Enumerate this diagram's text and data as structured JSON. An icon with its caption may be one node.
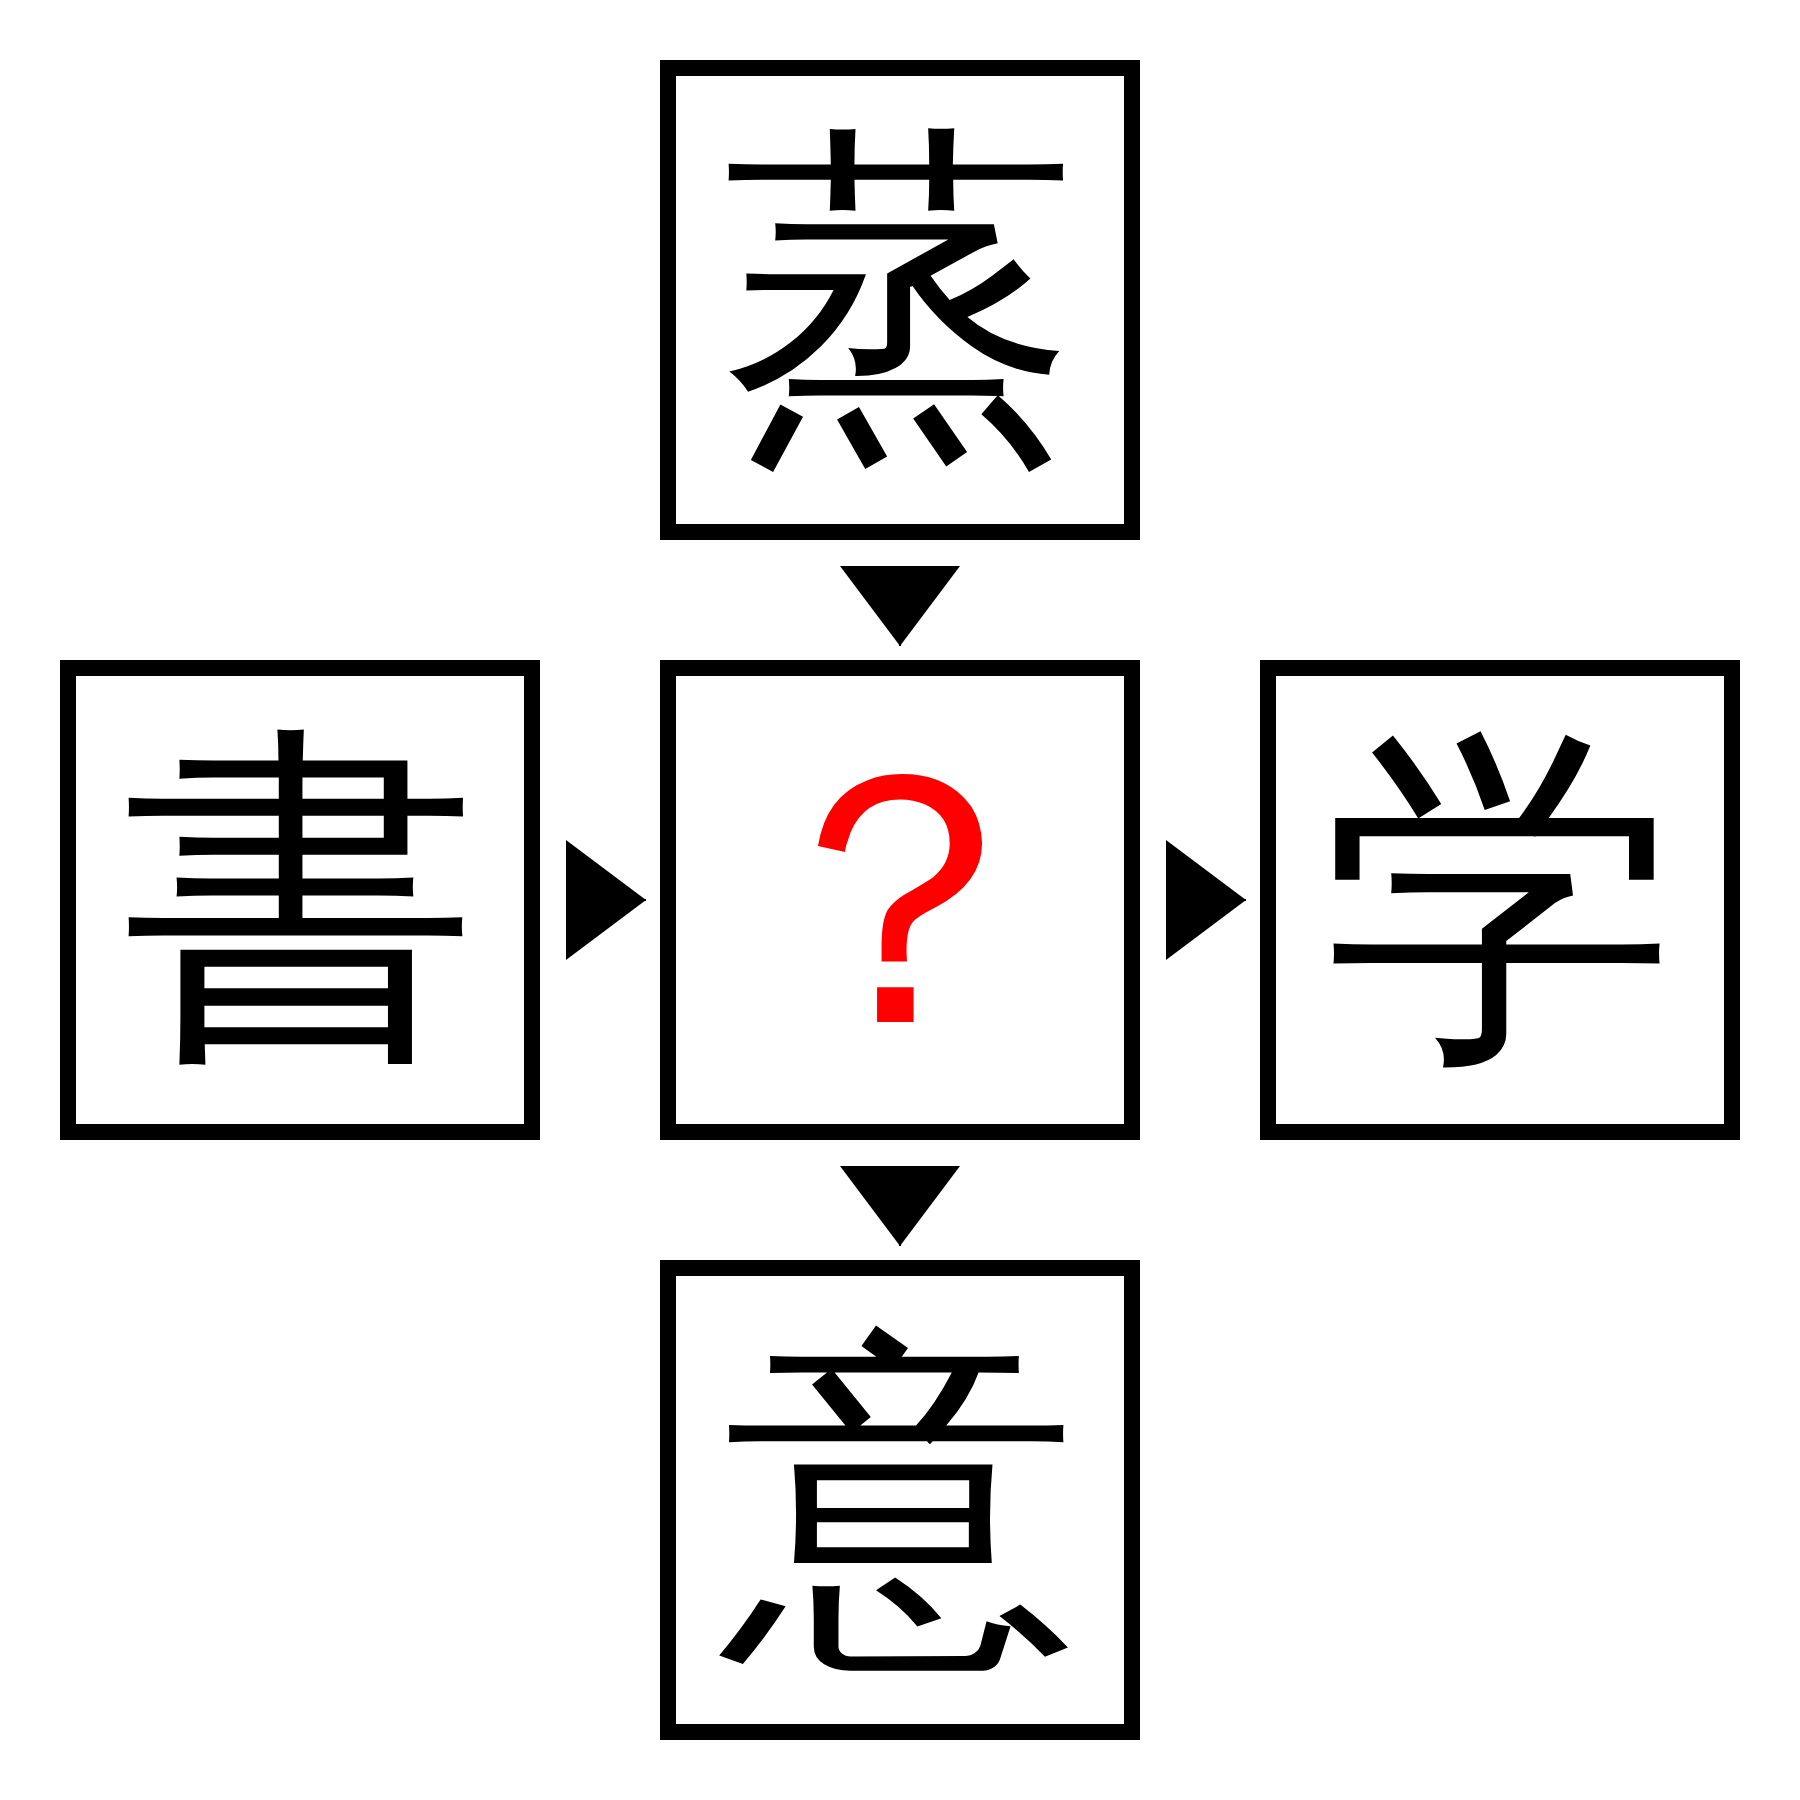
{
  "diagram": {
    "nodes": [
      {
        "text": [
          "蒸"
        ]
      },
      {
        "text": [
          "書"
        ]
      },
      {
        "text": [
          "？"
        ]
      },
      {
        "text": [
          "学"
        ]
      },
      {
        "text": [
          "意"
        ]
      }
    ],
    "edges": [
      {
        "from": 0,
        "to": 2,
        "arrow": "to"
      },
      {
        "from": 1,
        "to": 2,
        "arrow": "to"
      },
      {
        "from": 2,
        "to": 3,
        "arrow": "to"
      },
      {
        "from": 2,
        "to": 4,
        "arrow": "to"
      }
    ]
  }
}
